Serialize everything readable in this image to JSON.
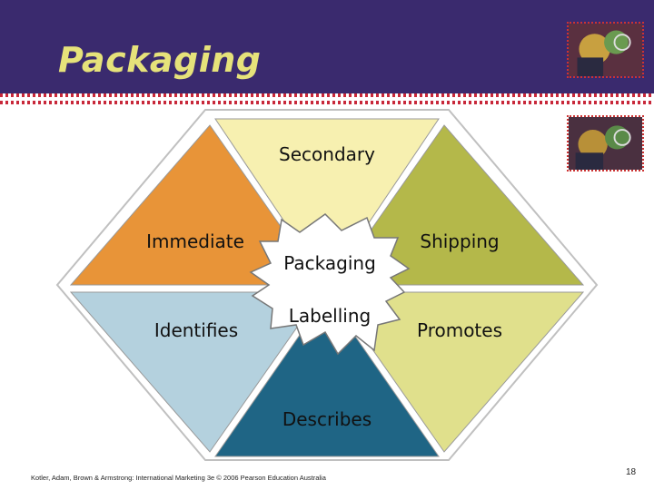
{
  "title": "Packaging",
  "diagram": {
    "center_top": "Packaging",
    "center_bottom": "Labelling",
    "segments": {
      "top": "Secondary",
      "upper_left": "Immediate",
      "upper_right": "Shipping",
      "lower_left": "Identifies",
      "lower_right": "Promotes",
      "bottom": "Describes"
    },
    "colors": {
      "top": "#f7f0b0",
      "upper_left": "#e89438",
      "upper_right": "#b4b84a",
      "lower_left": "#b4d1de",
      "lower_right": "#e0e08c",
      "bottom": "#1f6585"
    }
  },
  "footer": {
    "citation": "Kotler, Adam, Brown & Armstrong: International Marketing 3e © 2006 Pearson Education Australia",
    "page_number": "18"
  }
}
